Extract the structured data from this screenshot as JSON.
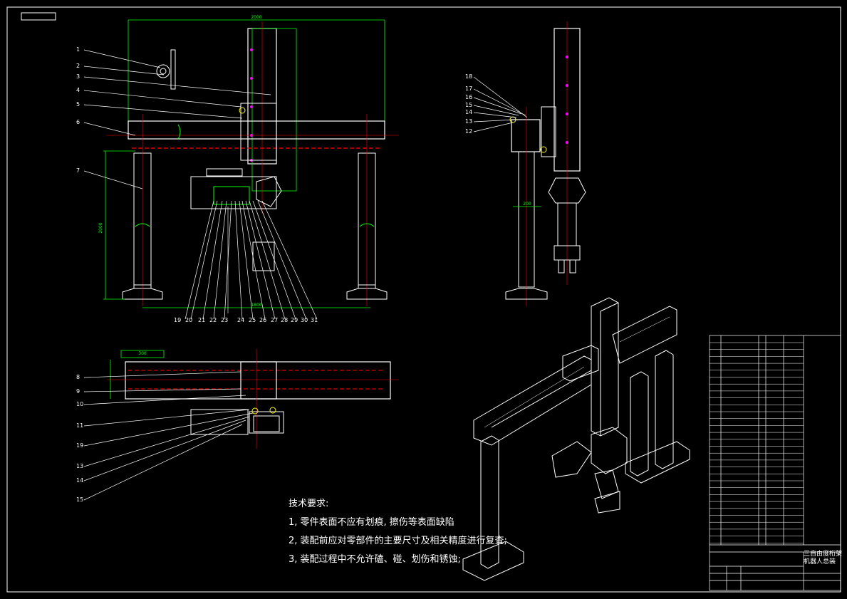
{
  "drawing": {
    "dimensions": {
      "overall_width": "2000",
      "height": "2000",
      "span": "1800",
      "top_300": "300",
      "col_200": "200",
      "stroke": "300"
    },
    "balloons_front": [
      "1",
      "2",
      "3",
      "4",
      "5",
      "6",
      "7"
    ],
    "balloons_bottom_row": [
      "19",
      "20",
      "21",
      "22",
      "23",
      "24",
      "25",
      "26",
      "27",
      "28",
      "29",
      "30",
      "31"
    ],
    "balloons_side": [
      "18",
      "17",
      "16",
      "15",
      "14",
      "13",
      "12"
    ],
    "balloons_plan": [
      "8",
      "9",
      "10",
      "11",
      "19",
      "13",
      "14",
      "15"
    ]
  },
  "notes": {
    "title": "技术要求:",
    "items": [
      "1, 零件表面不应有划痕, 擦伤等表面缺陷",
      "2, 装配前应对零部件的主要尺寸及相关精度进行复查;",
      "3, 装配过程中不允许磕、碰、划伤和锈蚀;"
    ]
  },
  "title_block": {
    "title_line1": "三自由度桁架",
    "title_line2": "机器人总装"
  },
  "colors": {
    "frame": "#ffffff",
    "green": "#00ff00",
    "red": "#ff0000",
    "magenta": "#ff00ff",
    "yellow": "#ffff00"
  }
}
